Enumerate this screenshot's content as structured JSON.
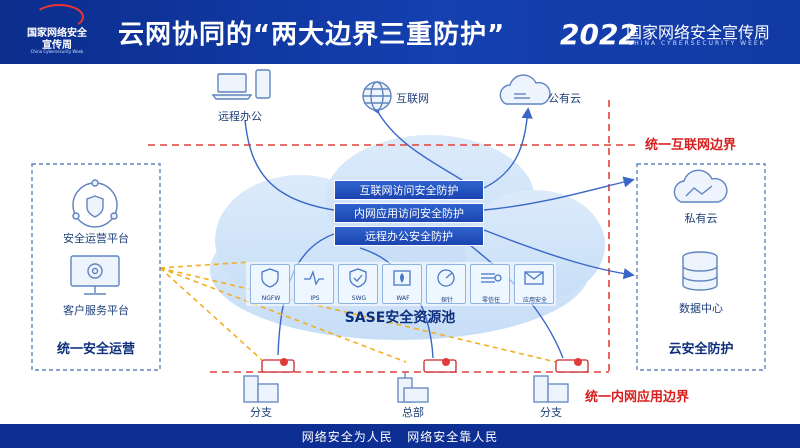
{
  "header": {
    "title": "云网协同的“两大边界三重防护”",
    "logo_line1": "国家网络安全",
    "logo_line2": "宣传周",
    "logo_subtitle": "China Cybersecurity Week",
    "right_year": "2022",
    "right_name": "国家网络安全宣传周",
    "right_sub": "CHINA CYBERSECURITY WEEK"
  },
  "footer": {
    "slogan": "网络安全为人民   网络安全靠人民"
  },
  "left_panel": {
    "item1": "安全运营平台",
    "item2": "客户服务平台",
    "title": "统一安全运营"
  },
  "right_panel": {
    "item1": "私有云",
    "item2": "数据中心",
    "title": "云安全防护"
  },
  "top_nodes": {
    "remote": "远程办公",
    "internet": "互联网",
    "public_cloud": "公有云"
  },
  "boundaries": {
    "internet": "统一互联网边界",
    "intranet": "统一内网应用边界"
  },
  "services": [
    "互联网访问安全防护",
    "内网应用访问安全防护",
    "远程办公安全防护"
  ],
  "modules": [
    "NGFW",
    "IPS",
    "SWG",
    "WAF",
    "探针",
    "零信任",
    "应用安全"
  ],
  "pool_title": "SASE安全资源池",
  "bottom_nodes": {
    "branch1": "分支",
    "hq": "总部",
    "branch2": "分支"
  },
  "colors": {
    "header": "#1440b0",
    "accent_red": "#d81e1e",
    "line_blue": "#3a66c8",
    "line_orange": "#f2b01e"
  }
}
